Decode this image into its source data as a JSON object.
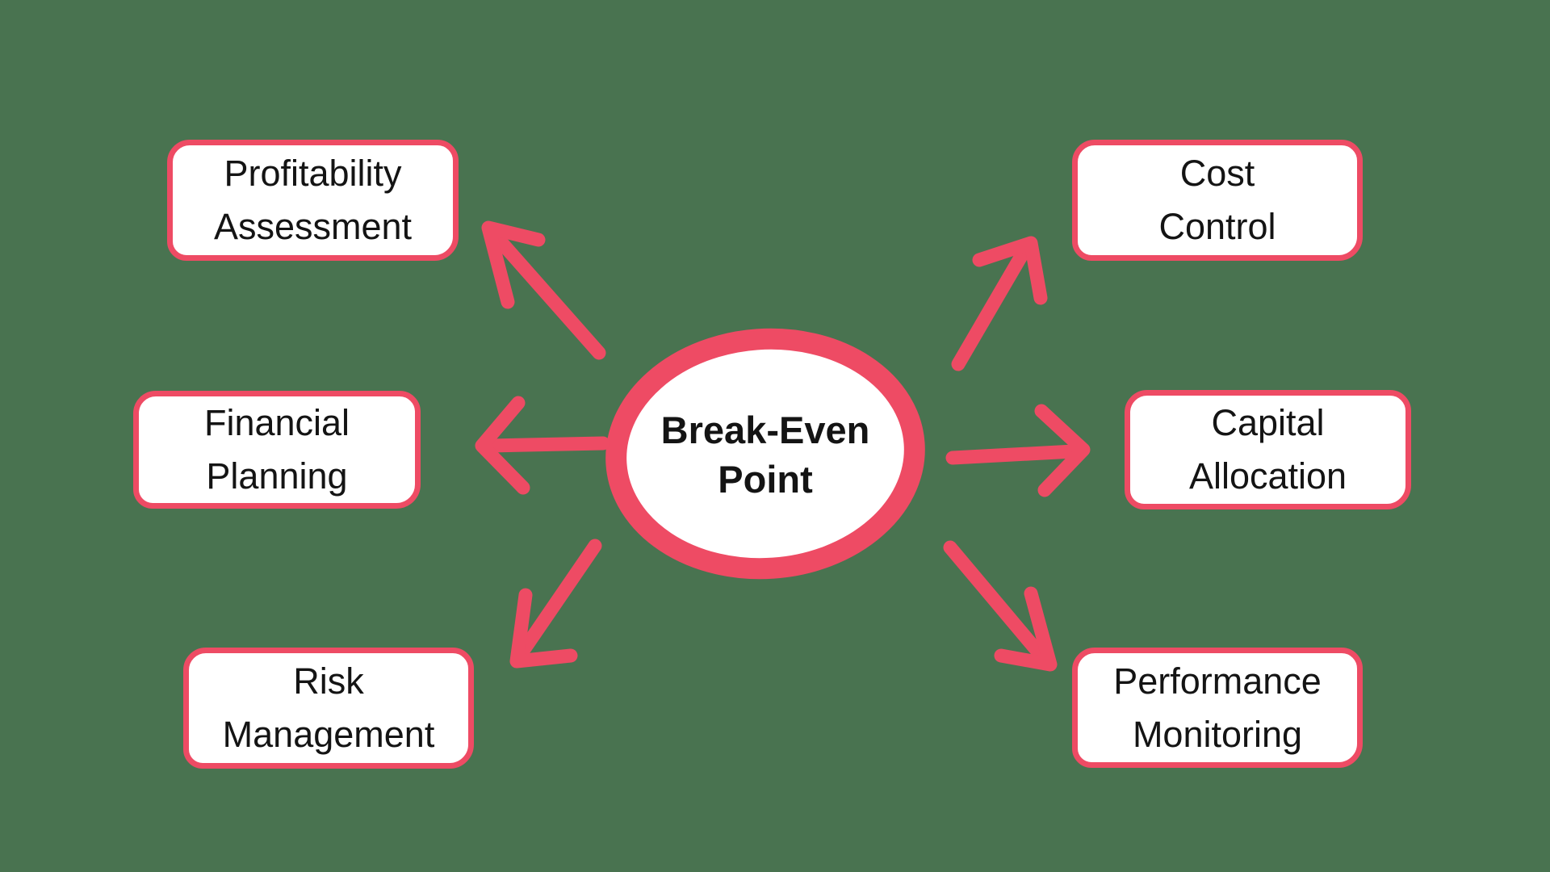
{
  "colors": {
    "background": "#497350",
    "accent": "#ee4b64",
    "node_fill": "#ffffff",
    "text": "#141414"
  },
  "diagram": {
    "type": "mind-map",
    "center": {
      "id": "break-even-point",
      "line1": "Break-Even",
      "line2": "Point"
    },
    "nodes": [
      {
        "id": "profitability-assessment",
        "line1": "Profitability",
        "line2": "Assessment",
        "position": "top-left"
      },
      {
        "id": "cost-control",
        "line1": "Cost",
        "line2": "Control",
        "position": "top-right"
      },
      {
        "id": "financial-planning",
        "line1": "Financial",
        "line2": "Planning",
        "position": "middle-left"
      },
      {
        "id": "capital-allocation",
        "line1": "Capital",
        "line2": "Allocation",
        "position": "middle-right"
      },
      {
        "id": "risk-management",
        "line1": "Risk",
        "line2": "Management",
        "position": "bottom-left"
      },
      {
        "id": "performance-monitoring",
        "line1": "Performance",
        "line2": "Monitoring",
        "position": "bottom-right"
      }
    ],
    "edges": [
      {
        "from": "break-even-point",
        "to": "profitability-assessment"
      },
      {
        "from": "break-even-point",
        "to": "cost-control"
      },
      {
        "from": "break-even-point",
        "to": "financial-planning"
      },
      {
        "from": "break-even-point",
        "to": "capital-allocation"
      },
      {
        "from": "break-even-point",
        "to": "risk-management"
      },
      {
        "from": "break-even-point",
        "to": "performance-monitoring"
      }
    ]
  }
}
